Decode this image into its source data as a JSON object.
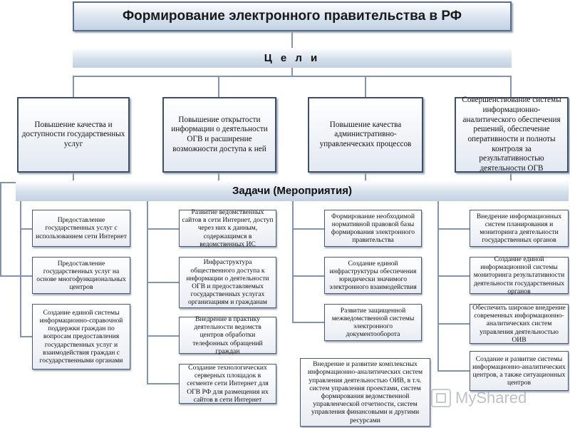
{
  "title": "Формирование электронного правительства в РФ",
  "goals_label": "Ц е л и",
  "tasks_label": "Задачи (Мероприятия)",
  "goals": [
    "Повышение качества и доступности государственных услуг",
    "Повышение открытости информации о деятельности ОГВ и расширение возможности доступа к ней",
    "Повышение качества административно-управленческих процессов",
    "Совершенствование системы информационно-аналитического обеспечения решений, обеспечение оперативности и полноты контроля за результативностью деятельности ОГВ"
  ],
  "tasks": [
    [
      "Предоставление государственных услуг с использованием сети Интернет",
      "Предоставление государственных услуг на основе многофункциональных центров",
      "Создание единой системы информационно-справочной поддержки граждан по вопросам предоставления государственных услуг и взаимодействия граждан с государственными органами"
    ],
    [
      "Развитие ведомственных сайтов в сети Интернет, доступ через них к данным, содержащимся в ведомственных ИС",
      "Инфраструктура общественного доступа к информации о деятельности ОГВ и предоставляемых государственных услугах организациям и гражданам",
      "Внедрение в практику деятельности ведомств центров обработки телефонных обращений граждан",
      "Создание технологических серверных площадок в сегменте сети Интернет для ОГВ РФ для размещения их сайтов в сети Интернет"
    ],
    [
      "Формирование необходимой нормативной правовой базы формирования электронного правительства",
      "Создание единой инфраструктуры обеспечения юридически значимого электронного взаимодействия",
      "Развитие защищенной межведомственной системы электронного документооборота",
      "Внедрение и развитие комплексных информационно-аналитических систем управления деятельностью ОИВ, в т.ч. систем управления проектами, систем формирования ведомственной управленческой отчетности, систем управления финансовыми и другими ресурсами"
    ],
    [
      "Внедрение информационных систем планирования и мониторинга деятельности государственных органов",
      "Создание единой информационной системы мониторинга результативности деятельности государственных органов",
      "Обеспечить широкое внедрение современных информационно-аналитических систем управления деятельностью ОИВ",
      "Создание и развитие системы информационно-аналитических центров, а также ситуационных центров"
    ]
  ],
  "watermark": "MyShared",
  "colors": {
    "border": "#3f4f66",
    "connector": "#8094b0",
    "band": "#d6e0ec"
  }
}
